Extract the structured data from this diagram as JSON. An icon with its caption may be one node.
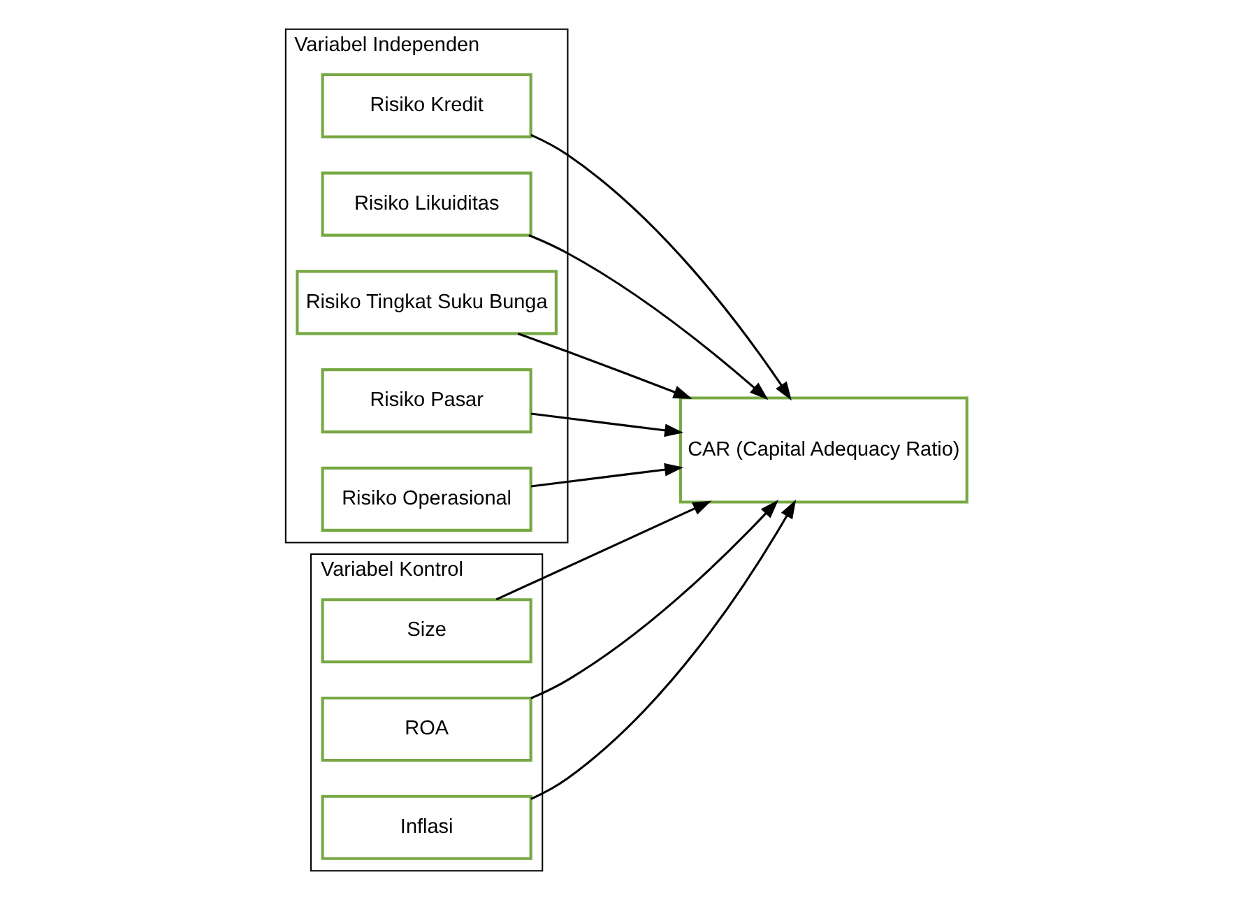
{
  "diagram": {
    "nodes": [
      {
        "text": [
          "Variabel Independen"
        ]
      },
      {
        "text": [
          "Risiko Kredit"
        ],
        "in": 0
      },
      {
        "text": [
          "Risiko Likuiditas"
        ],
        "in": 0
      },
      {
        "text": [
          "Risiko Tingkat Suku Bunga"
        ],
        "in": 0
      },
      {
        "text": [
          "Risiko Pasar"
        ],
        "in": 0
      },
      {
        "text": [
          "Risiko Operasional"
        ],
        "in": 0
      },
      {
        "text": [
          "CAR (Capital Adequacy Ratio)"
        ]
      },
      {
        "text": [
          "Variabel Kontrol"
        ]
      },
      {
        "text": [
          "Size"
        ],
        "in": 7
      },
      {
        "text": [
          "ROA"
        ],
        "in": 7
      },
      {
        "text": [
          "Inflasi"
        ],
        "in": 7
      }
    ],
    "edges": [
      {
        "from": 1,
        "to": 6,
        "arrow": "to"
      },
      {
        "from": 2,
        "to": 6,
        "arrow": "to"
      },
      {
        "from": 3,
        "to": 6,
        "arrow": "to"
      },
      {
        "from": 4,
        "to": 6,
        "arrow": "to"
      },
      {
        "from": 5,
        "to": 6,
        "arrow": "to"
      },
      {
        "from": 8,
        "to": 6,
        "arrow": "to"
      },
      {
        "from": 9,
        "to": 6,
        "arrow": "to"
      },
      {
        "from": 10,
        "to": 6,
        "arrow": "to"
      }
    ]
  }
}
